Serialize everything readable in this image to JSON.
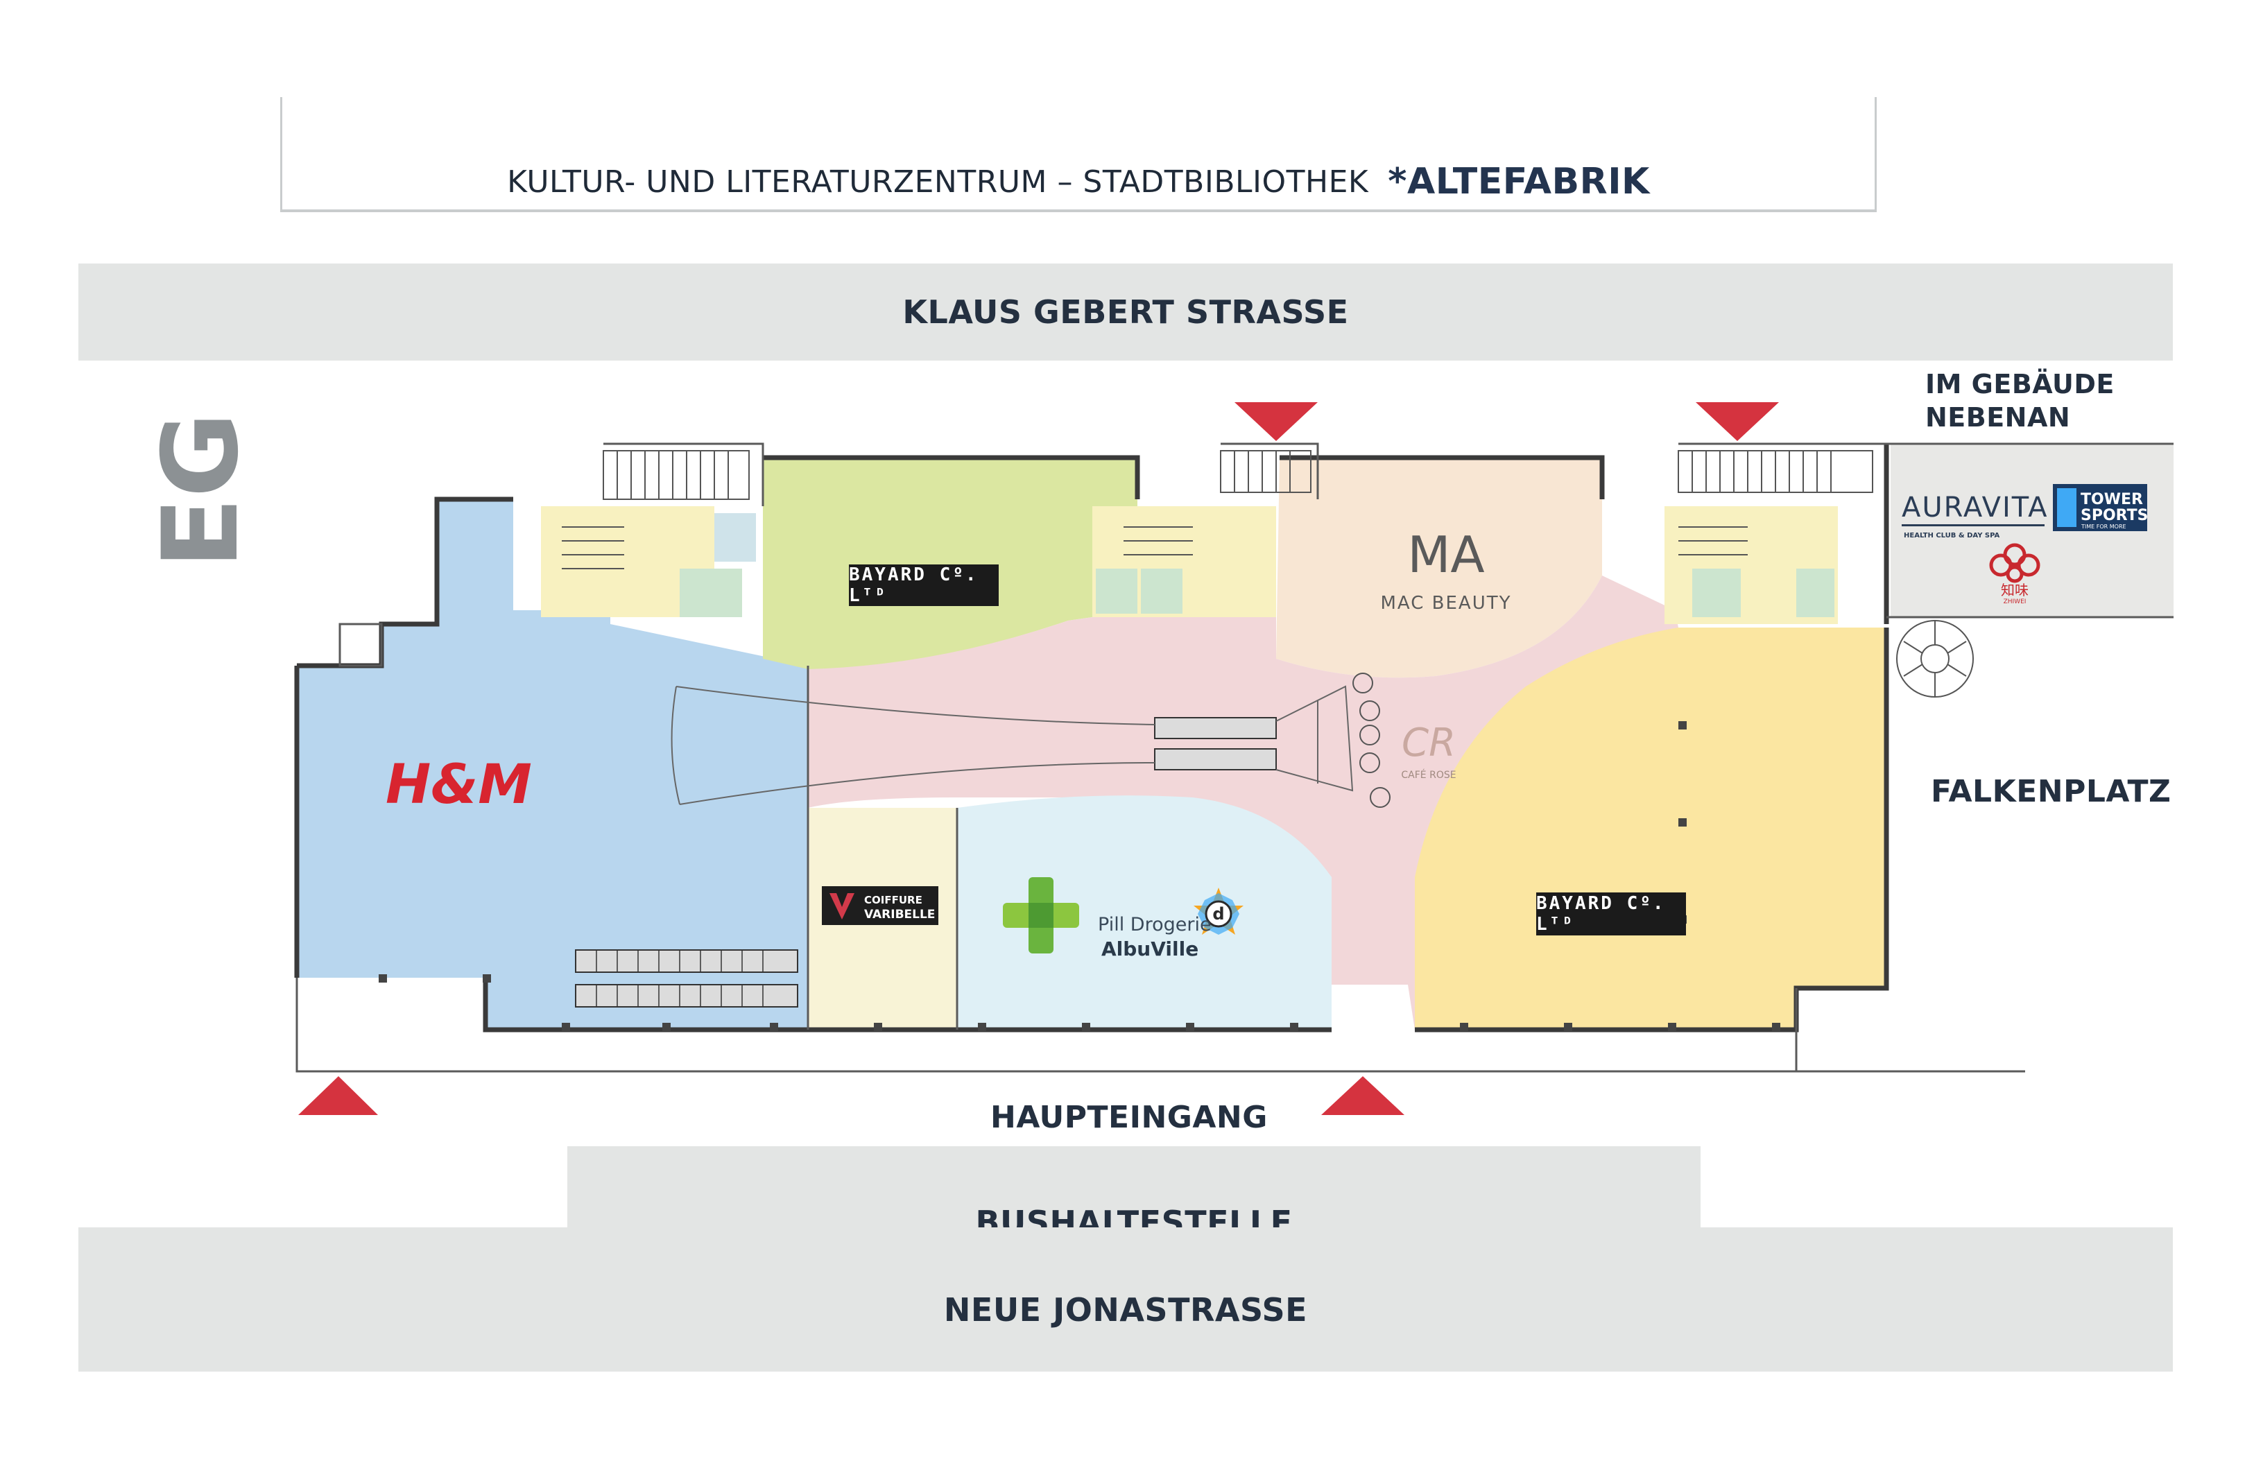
{
  "header": {
    "title": "KULTUR- UND LITERATURZENTRUM – STADTBIBLIOTHEK",
    "brand": "*ALTEFABRIK"
  },
  "floor": "EG",
  "streets": {
    "north": "KLAUS GEBERT STRASSE",
    "bus": "BUSHALTESTELLE",
    "south": "NEUE JONASTRASSE",
    "east": "FALKENPLATZ",
    "next_building": [
      "IM GEBÄUDE",
      "NEBENAN"
    ],
    "main_entrance": "HAUPTEINGANG"
  },
  "stores": {
    "hm": "H&M",
    "bayard_north": "BAYARD Cº. Lᵀᴰ",
    "bayard_east": "BAYARD Cº. Lᵀᴰ",
    "mac_beauty_monogram": "MA",
    "mac_beauty": "MAC BEAUTY",
    "cafe_monogram": "CR",
    "cafe": "CAFÉ ROSE",
    "coiffure_top": "COIFFURE",
    "coiffure_bottom": "VARIBELLE",
    "drogerie_top": "Pill Drogerie",
    "drogerie_bottom": "AlbuVille",
    "auravita": "AURAVITA",
    "auravita_sub": "HEALTH CLUB & DAY SPA",
    "tower_top": "TOWER",
    "tower_bottom": "SPORTS",
    "tower_sub": "TIME FOR MORE",
    "chinese": "知味",
    "chinese_sub": "ZHIWEI"
  },
  "colors": {
    "hm_zone": "#b8d6ee",
    "bayard_north_zone": "#dbe7a1",
    "bayard_east_zone": "#fbe6a1",
    "mac_zone": "#f8e6d3",
    "mall_corridor": "#f2d7d9",
    "drogerie_zone": "#dff0f6",
    "coiffure_zone": "#f8f3d6",
    "service_zone": "#f8f1c0",
    "lift_zone": "#cce5cf",
    "road": "#e3e5e4",
    "entrance_marker": "#d5333f",
    "hm_red": "#d8242f",
    "drogerie_green": "#6ab43e",
    "floor_label": "#8c9194"
  },
  "icons": [
    "entrance-arrow-icon",
    "escalator-icon",
    "stairs-icon",
    "elevator-icon",
    "spiral-stair-icon",
    "drogerie-cross-icon",
    "drogerie-star-icon",
    "coiffure-v-icon",
    "chinese-knot-icon",
    "tower-sports-icon"
  ]
}
